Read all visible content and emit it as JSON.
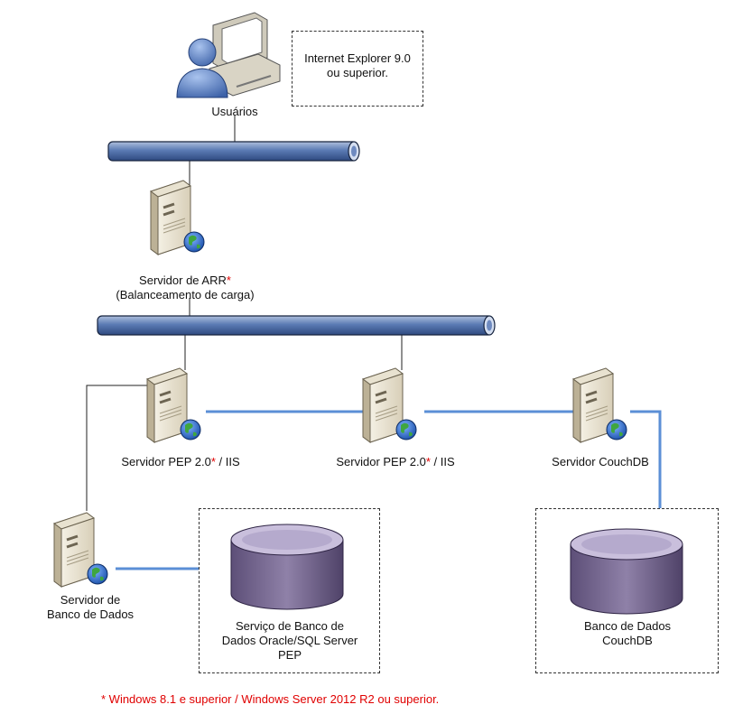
{
  "note_ie": {
    "line1": "Internet Explorer 9.0",
    "line2": "ou superior."
  },
  "users": {
    "label": "Usuários"
  },
  "arr": {
    "line1": "Servidor de ARR",
    "star": "*",
    "line2": "(Balanceamento de carga)"
  },
  "pep1": {
    "label": "Servidor PEP 2.0",
    "star": "*",
    "suffix": " / IIS"
  },
  "pep2": {
    "label": "Servidor PEP 2.0",
    "star": "*",
    "suffix": " / IIS"
  },
  "couch_server": {
    "label": "Servidor CouchDB"
  },
  "db_server": {
    "line1": "Servidor de",
    "line2": "Banco de Dados"
  },
  "oracle_db": {
    "line1": "Serviço de Banco de",
    "line2": "Dados Oracle/SQL Server",
    "line3": "PEP"
  },
  "couch_db": {
    "line1": "Banco de Dados",
    "line2": "CouchDB"
  },
  "footnote": {
    "text": "* Windows 8.1 e superior /  Windows Server 2012 R2 ou superior."
  },
  "colors": {
    "bus": "#5a7db6",
    "bus_stroke": "#17243f",
    "link_blue": "#5b8fd6",
    "star": "#e00000",
    "db_top": "#8a7ea0",
    "db_body": "#6d5d88"
  }
}
